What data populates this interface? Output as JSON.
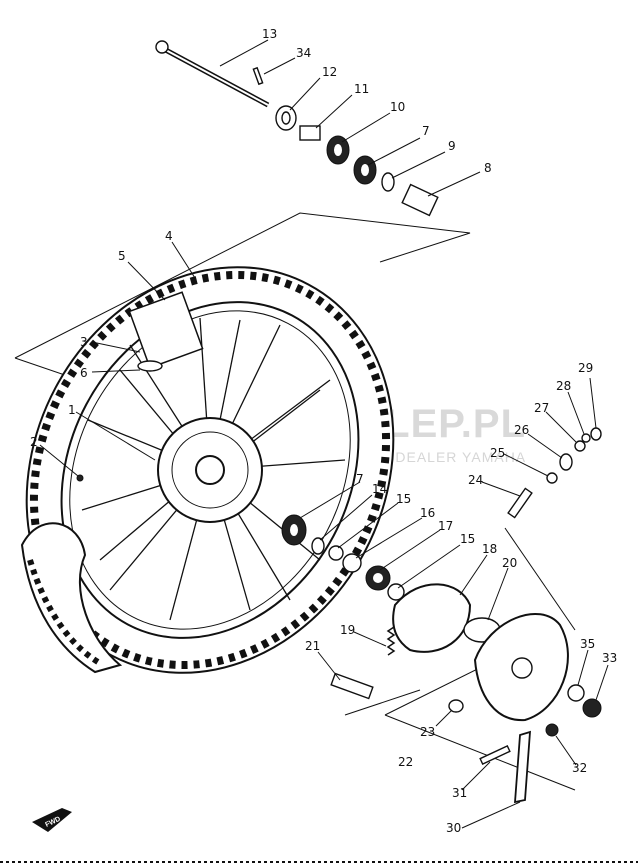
{
  "watermark": {
    "brand": "MOTO-SKLEP.PL",
    "tagline": "CZĘŚCI MOTOCYKLOWE | DEALER YAMAHA",
    "accent_color": "#e45a5a"
  },
  "direction_badge": "FWD",
  "callouts": [
    "13",
    "34",
    "12",
    "11",
    "10",
    "7",
    "9",
    "8",
    "4",
    "5",
    "3",
    "6",
    "1",
    "2",
    "29",
    "28",
    "27",
    "26",
    "25",
    "24",
    "7",
    "14",
    "15",
    "16",
    "17",
    "15",
    "18",
    "20",
    "19",
    "21",
    "35",
    "33",
    "23",
    "22",
    "32",
    "31",
    "30"
  ]
}
